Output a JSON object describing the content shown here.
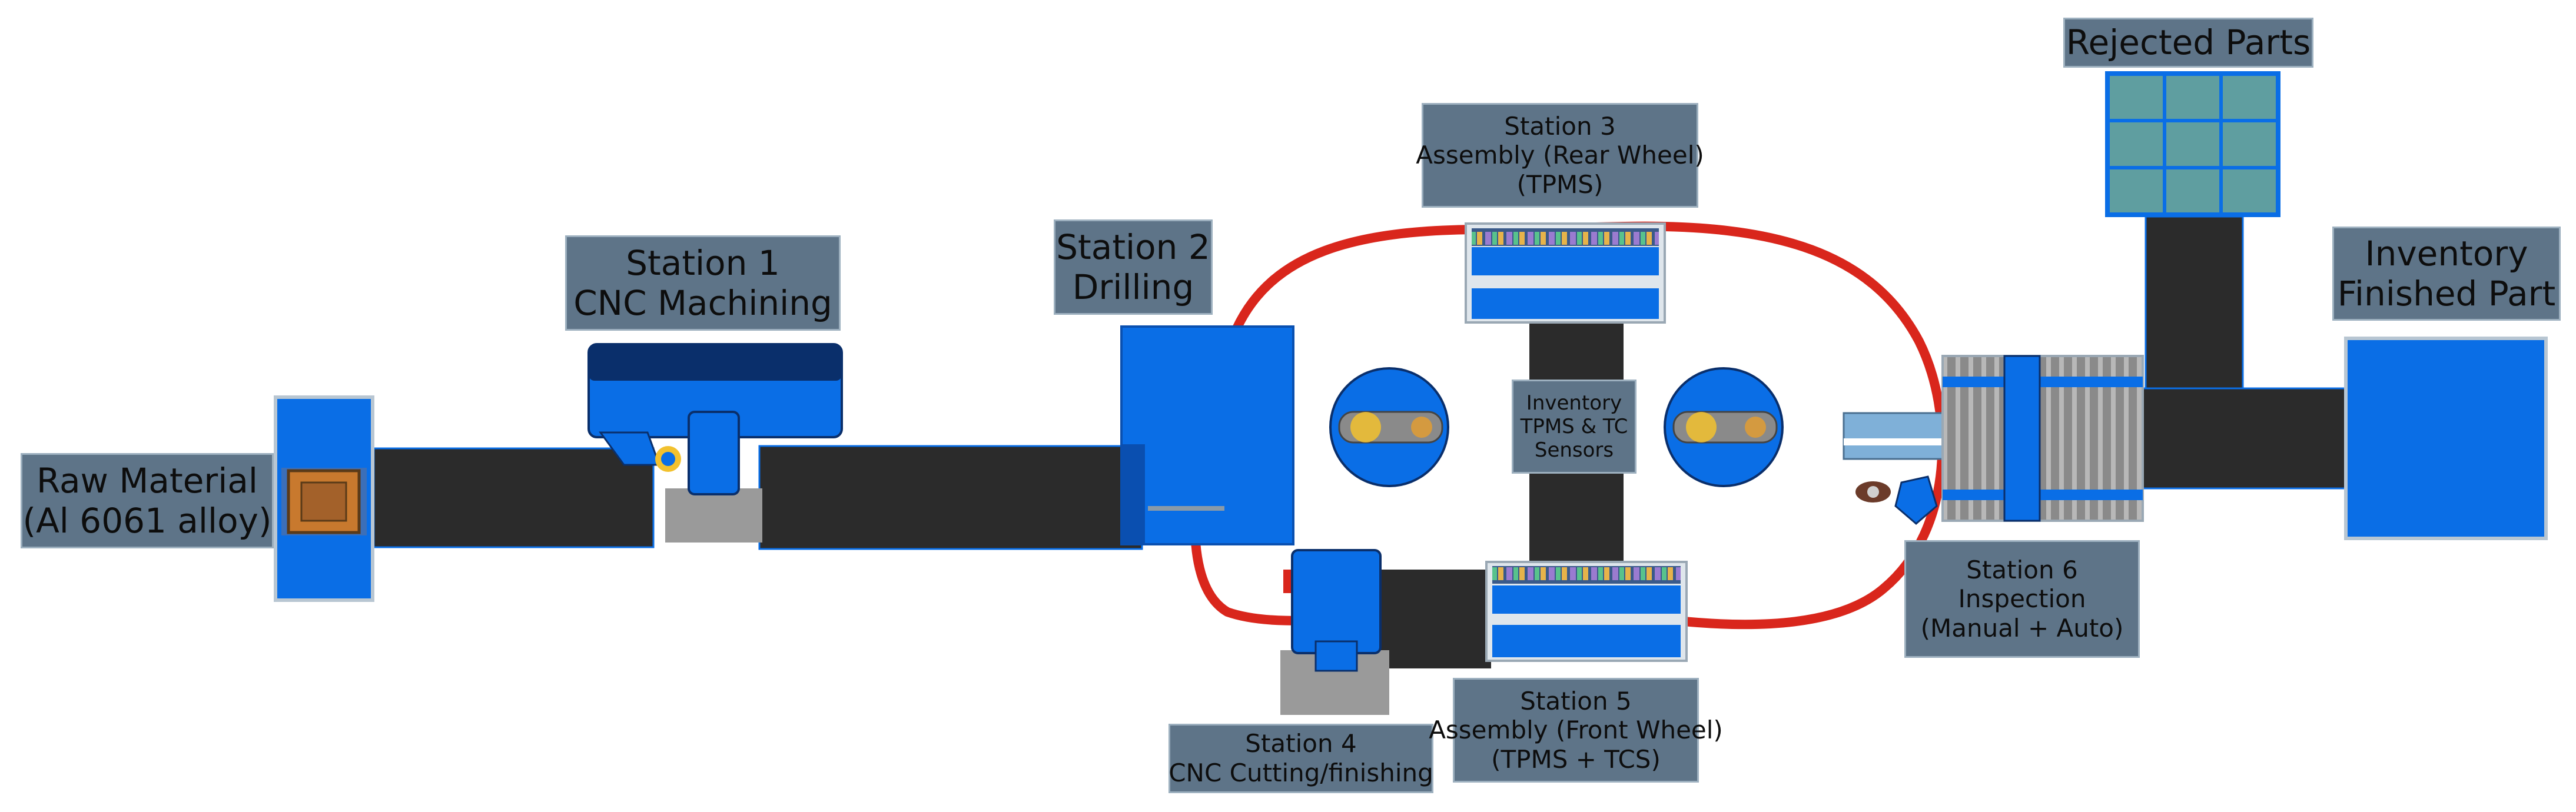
{
  "labels": {
    "raw_material": [
      "Raw Material",
      "(Al 6061 alloy)"
    ],
    "station1": [
      "Station 1",
      "CNC Machining"
    ],
    "station2": [
      "Station 2",
      "Drilling"
    ],
    "station3": [
      "Station 3",
      "Assembly (Rear Wheel)",
      "(TPMS)"
    ],
    "inventory_sensors": [
      "Inventory",
      "TPMS & TC",
      "Sensors"
    ],
    "station4": [
      "Station 4",
      "CNC Cutting/finishing"
    ],
    "station5": [
      "Station 5",
      "Assembly (Front Wheel)",
      "(TPMS + TCS)"
    ],
    "station6": [
      "Station 6",
      "Inspection",
      "(Manual + Auto)"
    ],
    "rejected_parts": [
      "Rejected Parts"
    ],
    "inventory_finished": [
      "Inventory",
      "Finished Part"
    ]
  },
  "colors": {
    "machine_blue": "#0a6ee6",
    "dark_blue": "#0a2f6b",
    "conveyor": "#2b2b2b",
    "loop": "#d9261c",
    "label_bg": "#5e7488",
    "gray_base": "#9a9a9a",
    "copper": "#c8792e",
    "rack_teal": "#5f9ea0"
  }
}
